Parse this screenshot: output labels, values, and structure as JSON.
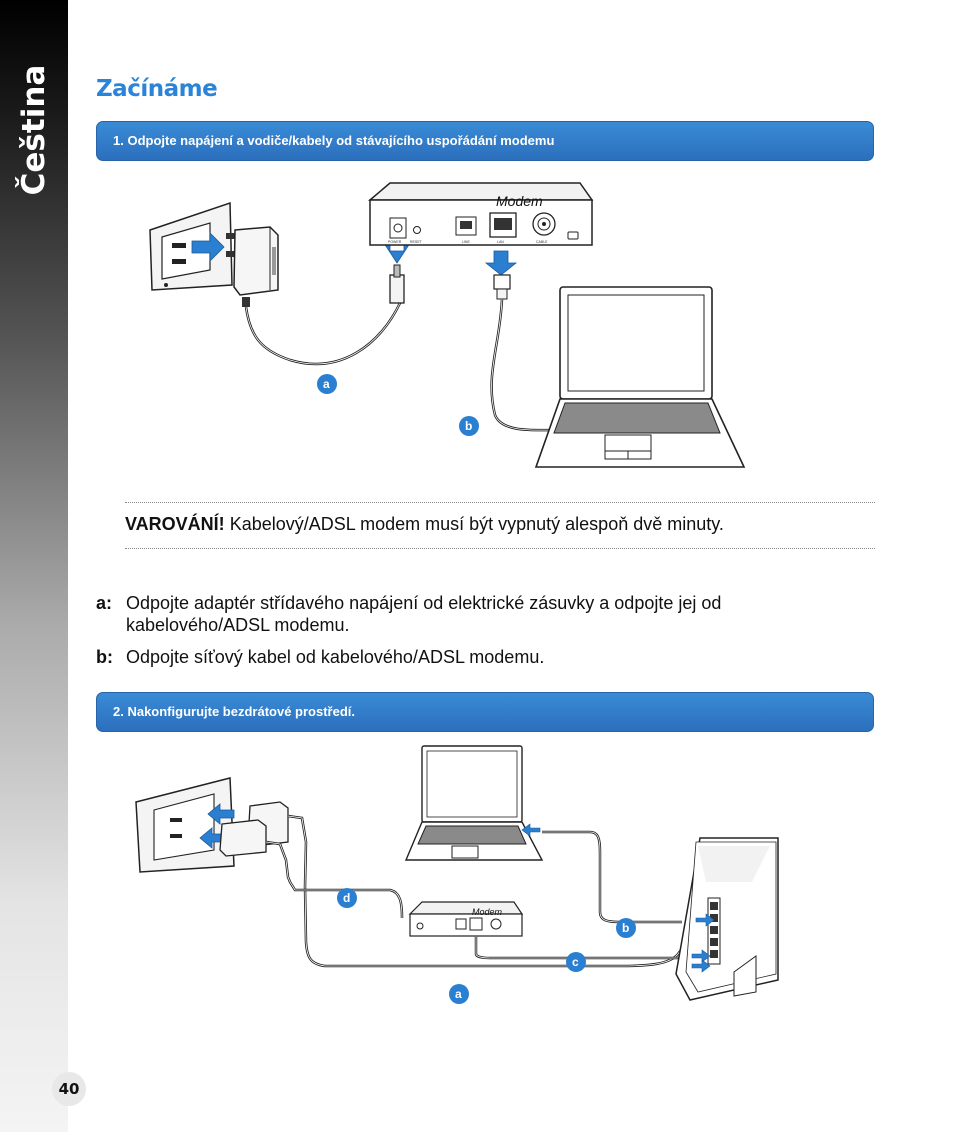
{
  "sidebar": {
    "language_label": "Čeština",
    "page_number": "40"
  },
  "title": "Začínáme",
  "step1": {
    "banner": "1.  Odpojte napájení a vodiče/kabely od stávajícího uspořádání modemu",
    "figure": {
      "modem_label": "Modem",
      "port_labels": [
        "POWER",
        "RESET",
        "LINE",
        "LAN",
        "CABLE"
      ],
      "callouts": [
        "a",
        "b"
      ]
    }
  },
  "warning": {
    "label": "VAROVÁNÍ!",
    "text": "Kabelový/ADSL modem musí být vypnutý alespoň dvě minuty."
  },
  "items": [
    {
      "letter": "a:",
      "text": "Odpojte adaptér střídavého napájení od elektrické zásuvky a odpojte jej od kabelového/ADSL modemu."
    },
    {
      "letter": "b:",
      "text": "Odpojte síťový kabel od kabelového/ADSL modemu."
    }
  ],
  "step2": {
    "banner": "2.  Nakonfigurujte bezdrátové prostředí.",
    "figure": {
      "modem_label": "Modem",
      "callouts": [
        "a",
        "b",
        "c",
        "d"
      ]
    }
  },
  "colors": {
    "accent": "#2b84d8",
    "banner": "#2b6fbd"
  }
}
